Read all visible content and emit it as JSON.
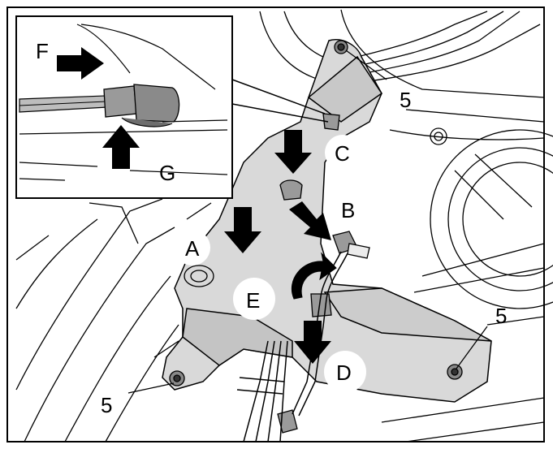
{
  "labels": {
    "a": "A",
    "b": "B",
    "c": "C",
    "d": "D",
    "e": "E",
    "f": "F",
    "g": "G",
    "bolt_top": "5",
    "bolt_right": "5",
    "bolt_left": "5"
  },
  "colors": {
    "line": "#000000",
    "panel_fill": "#d9d9d9",
    "panel_dark": "#bfbfbf",
    "badge": "#ffffff",
    "background": "#ffffff"
  }
}
